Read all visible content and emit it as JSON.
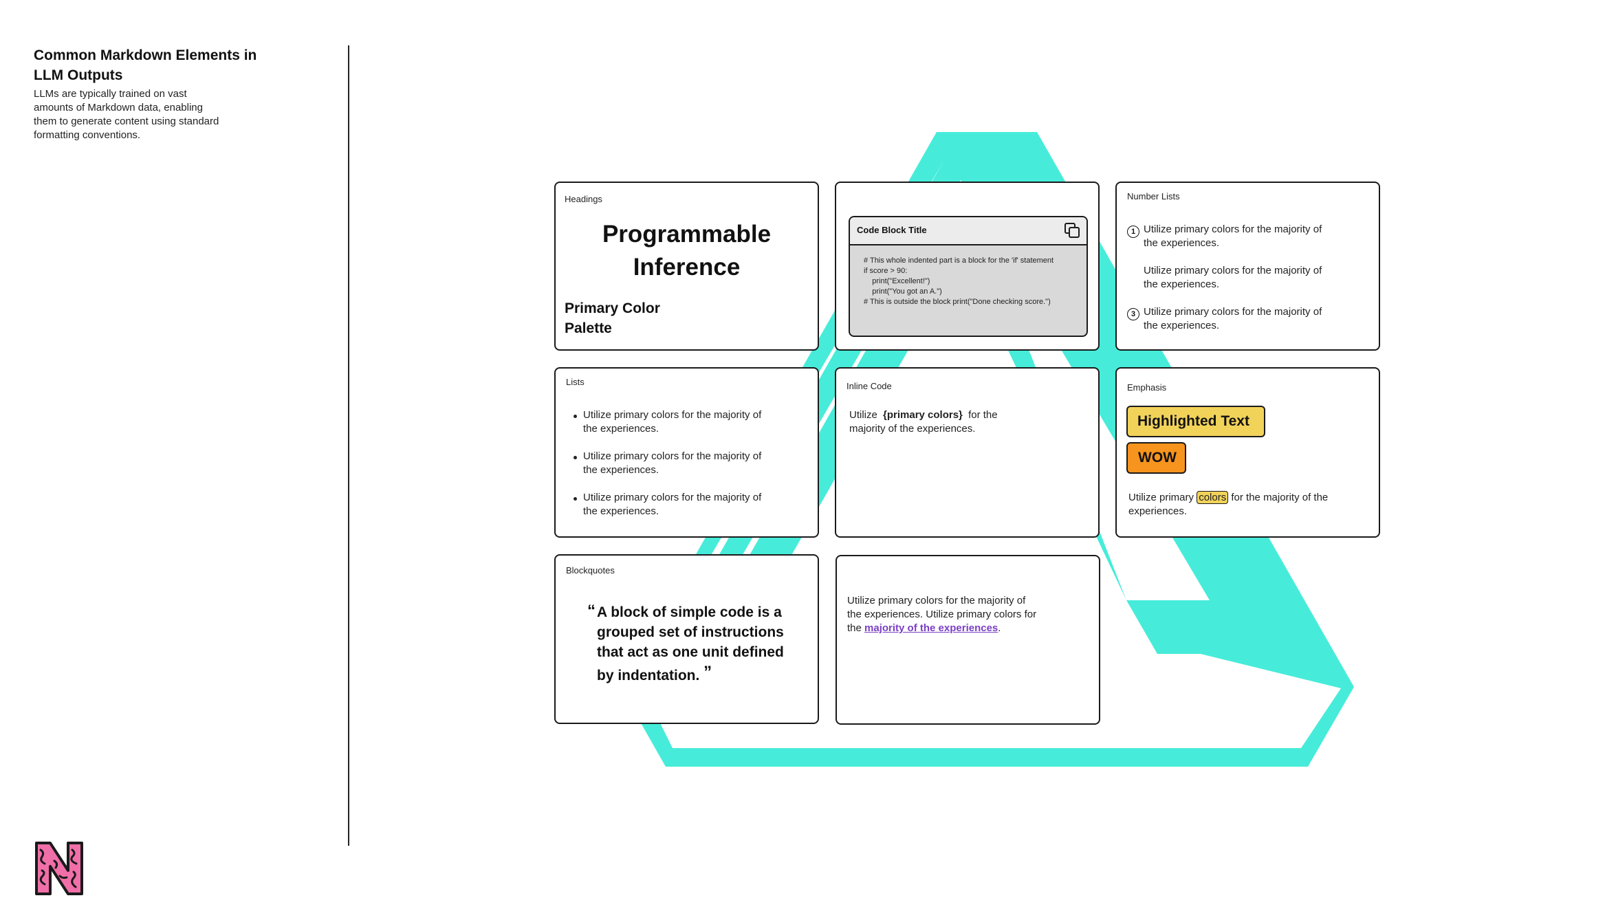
{
  "sidebar": {
    "title": "Common Markdown Elements in LLM Outputs",
    "description": "LLMs are typically trained on vast amounts of Markdown data, enabling them to generate content using standard formatting conventions."
  },
  "colors": {
    "accent_shape": "#46ecd9",
    "highlight": "#f2d35a",
    "wow": "#f7941d",
    "link": "#7a3fc4",
    "code_bg": "#d9d9d9"
  },
  "logo": {
    "icon": "n-brain-logo-icon",
    "color": "#f06fa8"
  },
  "cards": {
    "headings": {
      "label": "Headings",
      "h1_line1": "Programmable",
      "h1_line2": "Inference",
      "h2_line1": "Primary Color",
      "h2_line2": "Palette"
    },
    "code_block": {
      "title": "Code Block Title",
      "copy_icon": "copy-icon",
      "lines": [
        "# This whole indented part is a block for the 'if' statement",
        "if score > 90:",
        "    print(\"Excellent!\")",
        "    print(\"You got an A.\")",
        "# This is outside the block print(\"Done checking score.\")"
      ]
    },
    "number_lists": {
      "label": "Number Lists",
      "items": [
        {
          "num": "1",
          "text": "Utilize primary colors for the majority of the experiences."
        },
        {
          "num": "",
          "text": "Utilize primary colors for the majority of the experiences."
        },
        {
          "num": "3",
          "text": "Utilize primary colors for the majority of the experiences."
        }
      ]
    },
    "lists": {
      "label": "Lists",
      "items": [
        "Utilize primary colors for the majority of the experiences.",
        "Utilize primary colors for the majority of the experiences.",
        "Utilize primary colors for the majority of the experiences."
      ]
    },
    "inline_code": {
      "label": "Inline Code",
      "before": "Utilize",
      "code": "{primary colors}",
      "after": "for the majority of the experiences."
    },
    "emphasis": {
      "label": "Emphasis",
      "highlight": "Highlighted Text",
      "wow": "WOW",
      "before": "Utilize primary",
      "marked": "colors",
      "after": "for the majority of the experiences."
    },
    "blockquotes": {
      "label": "Blockquotes",
      "quote": "A block of simple code is a grouped set of instructions that act as one unit defined by indentation.",
      "open_mark": "“",
      "close_mark": "”"
    },
    "link_text": {
      "before": "Utilize primary colors for the majority of the experiences. Utilize primary colors for the",
      "link": "majority of the experiences",
      "after": "."
    }
  }
}
